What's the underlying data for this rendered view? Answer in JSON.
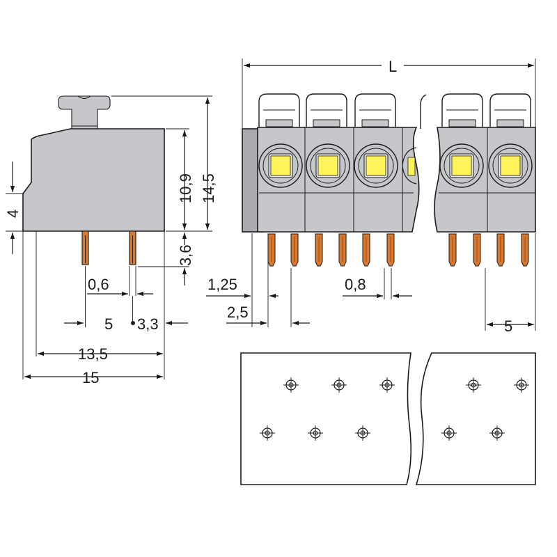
{
  "colors": {
    "housing": "#c5c7ca",
    "housing_dark": "#a9abae",
    "pin": "#d9782f",
    "pin_dark": "#9a4a14",
    "button": "#fff25a",
    "line": "#1a1a1a"
  },
  "labels": {
    "length": "L",
    "height_total": "14,5",
    "height_body": "10,9",
    "pin_length": "3,6",
    "offset_left": "4",
    "pin_diameter": "0,6",
    "pitch_side": "5",
    "pin_to_edge": "3,3",
    "depth_pins": "13,5",
    "depth_total": "15",
    "edge_offset": "1,25",
    "first_pin": "2,5",
    "pin_width": "0,8",
    "pitch_front": "5"
  }
}
